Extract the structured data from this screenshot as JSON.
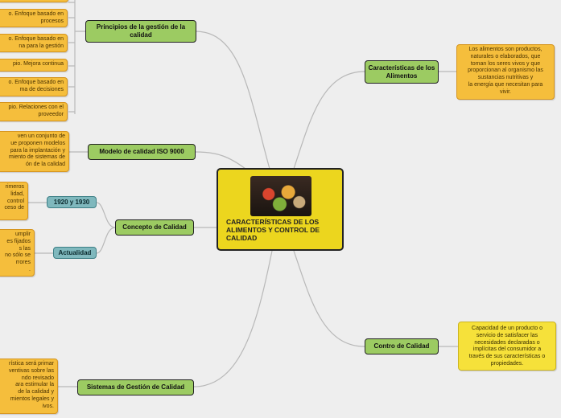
{
  "central": {
    "title": "CARACTERÍSTICAS DE LOS ALIMENTOS Y CONTROL DE CALIDAD",
    "image": "food-photo"
  },
  "branches": {
    "principios": "Principios de la gestión de la calidad",
    "modelo": "Modelo de calidad ISO 9000",
    "concepto": "Concepto de Calidad",
    "sistemas": "Sistemas de Gestión de Calidad",
    "caracteristicas": "Características de los Alimentos",
    "control": "Contro de  Calidad"
  },
  "sub_branches": {
    "y1920": "1920 y 1930",
    "actualidad": "Actualidad"
  },
  "notes": {
    "p1": "o. Enfoque basado en\nprocesos",
    "p2": "o. Enfoque basado en\nna para la gestión",
    "p3": "pio. Mejora continua",
    "p4": "o. Enfoque basado en\nma de decisiones",
    "p5": "pio. Relaciones con el\nproveedor",
    "modelo": "ven un conjunto de\nue proponen modelos\npara la implantación y\nmiento de sistemas de\nón de la calidad",
    "y1920": "rimeros\nlidad,\ncontrol\nceso de",
    "actualidad": "umplir\nes fijados\ns las\nno sólo se\nrrores\n.",
    "sistemas": "rística será primar\nventivas sobre las\nndo revisado\nara estimular la\nde la calidad y\nmientos legales y\nivos.",
    "caracteristicas": "Los alimentos son productos,\nnaturales o elaborados, que\ntoman los seres vivos y que\nproporcionan al organismo las\nsustancias nutritivas y\nla energía que necesitan para\nvivir.",
    "control": "Capacidad de un producto o\nservicio de satisfacer las\nnecesidades declaradas o\nimplícitas del consumidor a\ntravés de sus características o\npropiedades."
  },
  "colors": {
    "central": "#ecd61e",
    "branch": "#9ccb62",
    "sub_branch": "#7fb8bd",
    "note_orange": "#f5be3c",
    "note_yellow": "#f6e13a",
    "connector": "#b8b8b8"
  }
}
